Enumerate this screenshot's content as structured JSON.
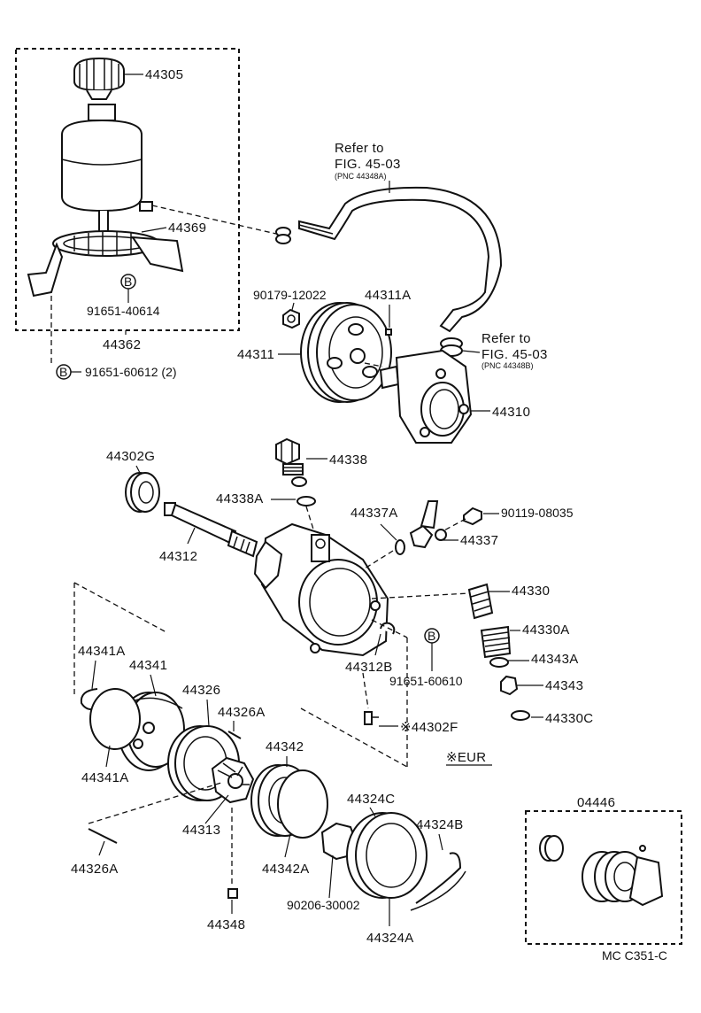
{
  "diagram": {
    "drawing_code": "MC C351-C",
    "market_note": "※EUR",
    "parts": {
      "p44305": "44305",
      "p44369": "44369",
      "p91651_40614": "91651-40614",
      "p44362": "44362",
      "p91651_60612": "91651-60612 (2)",
      "p90179_12022": "90179-12022",
      "p44311A": "44311A",
      "p44311": "44311",
      "p44310": "44310",
      "p44302G": "44302G",
      "p44338": "44338",
      "p44338A": "44338A",
      "p44337A": "44337A",
      "p90119_08035": "90119-08035",
      "p44337": "44337",
      "p44312": "44312",
      "p44330": "44330",
      "p44330A": "44330A",
      "p44343A": "44343A",
      "p44343": "44343",
      "p44330C": "44330C",
      "p44312B": "44312B",
      "p91651_60610": "91651-60610",
      "p44302F": "※44302F",
      "p44341A_top": "44341A",
      "p44341": "44341",
      "p44341A_bottom": "44341A",
      "p44326": "44326",
      "p44326A_top": "44326A",
      "p44326A_bottom": "44326A",
      "p44342": "44342",
      "p44313": "44313",
      "p44342A": "44342A",
      "p44324C": "44324C",
      "p44324B": "44324B",
      "p90206_30002": "90206-30002",
      "p44324A": "44324A",
      "p44348": "44348",
      "p04446": "04446"
    },
    "bolt_marker": "B",
    "refs": {
      "upper": {
        "line1": "Refer to",
        "line2": "FIG. 45-03",
        "pnc": "(PNC 44348A)"
      },
      "lower": {
        "line1": "Refer to",
        "line2": "FIG. 45-03",
        "pnc": "(PNC 44348B)"
      }
    }
  }
}
